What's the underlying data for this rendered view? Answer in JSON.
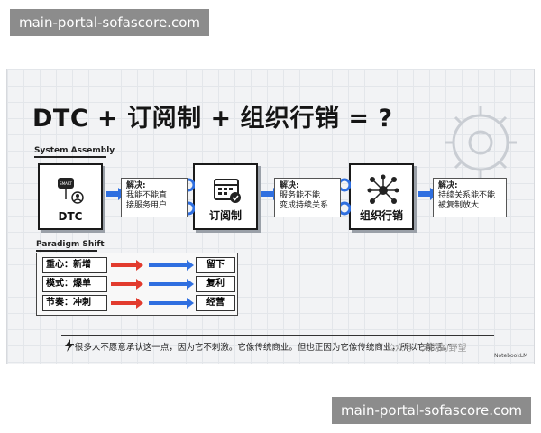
{
  "watermark_top": "main-portal-sofascore.com",
  "watermark_bottom": "main-portal-sofascore.com",
  "title": "DTC + 订阅制 + 组织行销 = ?",
  "system_assembly": {
    "label": "System Assembly",
    "nodes": [
      {
        "label": "DTC",
        "icon": "smart-user-icon"
      },
      {
        "label": "订阅制",
        "icon": "calendar-check-icon"
      },
      {
        "label": "组织行销",
        "icon": "network-people-icon"
      }
    ],
    "notes": [
      {
        "head": "解决:",
        "line1": "我能不能直",
        "line2": "接服务用户"
      },
      {
        "head": "解决:",
        "line1": "服务能不能",
        "line2": "变成持续关系"
      },
      {
        "head": "解决:",
        "line1": "持续关系能不能",
        "line2": "被复制放大"
      }
    ]
  },
  "paradigm_shift": {
    "label": "Paradigm Shift",
    "rows": [
      {
        "from": "重心：新增",
        "to": "留下"
      },
      {
        "from": "模式：爆单",
        "to": "复利"
      },
      {
        "from": "节奏：冲刺",
        "to": "经营"
      }
    ],
    "colors": {
      "red": "#e23b2e",
      "blue": "#2f6fe0"
    }
  },
  "quote": "“很多人不愿意承认这一点，因为它不刺激。它像传统商业。但也正因为它像传统商业，所以它能活。”",
  "social_watermark": "公众号 · 天问的野望",
  "brand": "NotebookLM"
}
